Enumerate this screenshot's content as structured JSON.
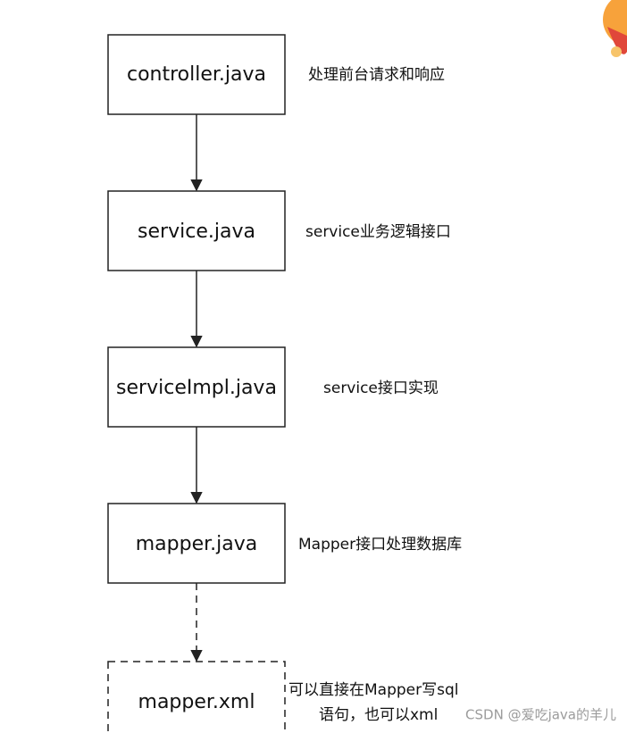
{
  "nodes": [
    {
      "label": "controller.java",
      "note": "处理前台请求和响应",
      "dashed": false
    },
    {
      "label": "service.java",
      "note": "service业务逻辑接口",
      "dashed": false
    },
    {
      "label": "serviceImpl.java",
      "note": "service接口实现",
      "dashed": false
    },
    {
      "label": "mapper.java",
      "note": "Mapper接口处理数据库",
      "dashed": false
    },
    {
      "label": "mapper.xml",
      "note": "可以直接在Mapper写sql",
      "note2": "语句，也可以xml",
      "dashed": true
    }
  ],
  "colors": {
    "stroke": "#222222",
    "logo_orange": "#f7a23b",
    "logo_red": "#e0473a"
  },
  "watermark": "CSDN @爱吃java的羊儿",
  "icons": {
    "corner_logo": "orange-logo-icon"
  }
}
